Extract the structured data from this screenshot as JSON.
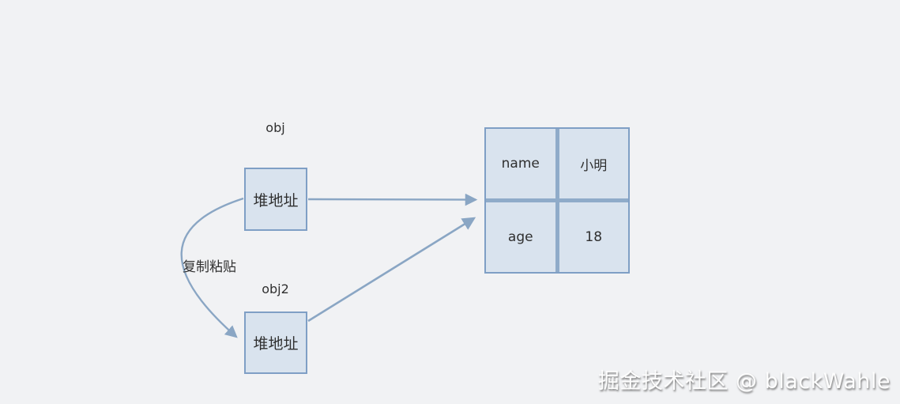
{
  "diagram": {
    "obj1": {
      "label": "obj",
      "box_text": "堆地址"
    },
    "obj2": {
      "label": "obj2",
      "box_text": "堆地址"
    },
    "copy_label": "复制粘贴",
    "heap_table": {
      "rows": [
        {
          "key": "name",
          "value": "小明"
        },
        {
          "key": "age",
          "value": "18"
        }
      ]
    },
    "colors": {
      "background": "#f1f2f4",
      "box_fill": "#d9e3ee",
      "box_border": "#7f9fc5",
      "table_divider": "#8fabc9",
      "arrow": "#8aa6c4",
      "text": "#2f2f2f"
    }
  },
  "watermark": "掘金技术社区 @ blackWahle"
}
